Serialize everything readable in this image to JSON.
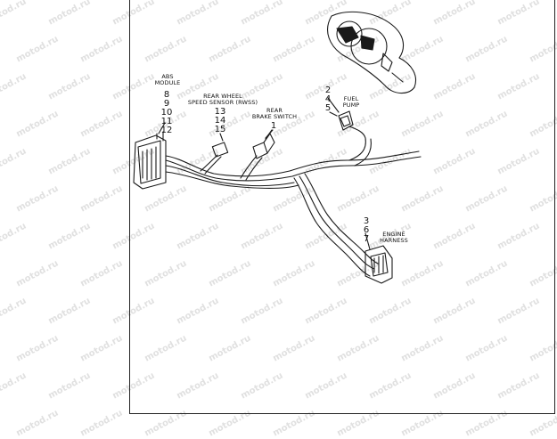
{
  "watermark": "motod.ru",
  "callouts": {
    "abs_module": {
      "title": "ABS\nMODULE",
      "numbers": [
        "8",
        "9",
        "10",
        "11",
        "12"
      ]
    },
    "rwss": {
      "title": "REAR WHEEL\nSPEED SENSOR (RWSS)",
      "numbers": [
        "13",
        "14",
        "15"
      ]
    },
    "brake_switch": {
      "title": "REAR\nBRAKE SWITCH",
      "numbers": [
        "1"
      ]
    },
    "fuel_pump": {
      "title": "FUEL\nPUMP",
      "numbers": [
        "2",
        "4",
        "5"
      ]
    },
    "engine_harness": {
      "title": "ENGINE\nHARNESS",
      "numbers": [
        "3",
        "6",
        "7"
      ]
    }
  },
  "colors": {
    "line": "#1a1a1a",
    "frame": "#222222",
    "watermark": "#c8c8c8"
  }
}
